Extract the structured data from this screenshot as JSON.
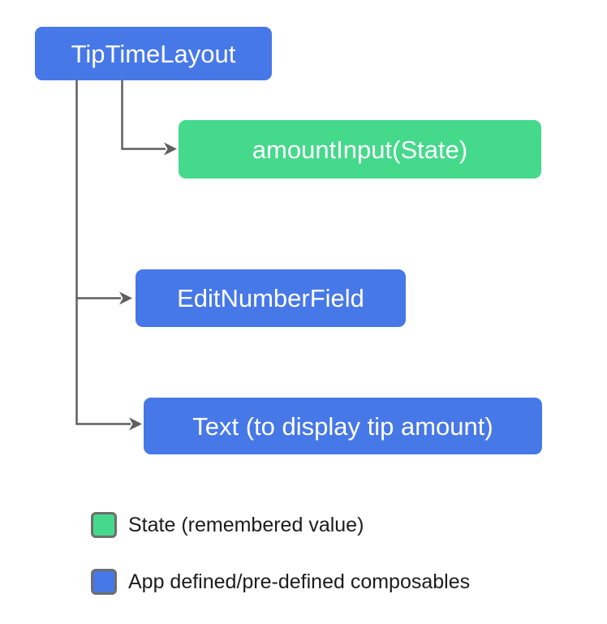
{
  "diagram": {
    "root": {
      "label": "TipTimeLayout"
    },
    "children": [
      {
        "label": "amountInput(State)",
        "kind": "state"
      },
      {
        "label": "EditNumberField",
        "kind": "composable"
      },
      {
        "label": "Text (to display tip amount)",
        "kind": "composable"
      }
    ]
  },
  "legend": {
    "items": [
      {
        "swatch_color": "#45d98b",
        "label": "State (remembered value)"
      },
      {
        "swatch_color": "#4778e8",
        "label": "App defined/pre-defined composables"
      }
    ]
  },
  "colors": {
    "composable_blue": "#4778e8",
    "state_green": "#45d98b",
    "connector_gray": "#5f5f5f",
    "box_text": "#ffffff",
    "legend_text": "#1c1c1c",
    "swatch_border": "#6e6e6e",
    "background": "#ffffff"
  }
}
